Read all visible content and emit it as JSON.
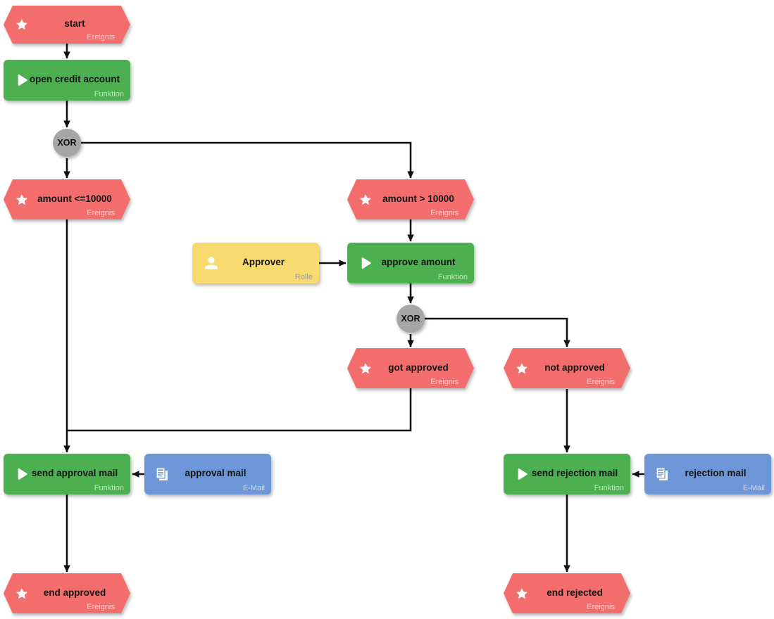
{
  "diagram_kind": "EPC process diagram (credit approval workflow)",
  "colors": {
    "event_fill": "#F46D6D",
    "function_fill": "#4CAF50",
    "role_fill": "#F8DB6E",
    "mail_fill": "#6C96D8",
    "xor_fill": "#A6A6A6",
    "edge_stroke": "#111111",
    "node_text": "#151515",
    "type_label_on_color": "rgba(255,255,255,0.66)",
    "type_label_on_role": "#9E9E9E",
    "background": "#FFFFFF"
  },
  "nodes": [
    {
      "id": "start",
      "type": "event",
      "label": "start",
      "type_label": "Ereignis",
      "icon": "star-icon"
    },
    {
      "id": "open-credit-account",
      "type": "function",
      "label": "open credit account",
      "type_label": "Funktion",
      "icon": "play-icon"
    },
    {
      "id": "xor-1",
      "type": "xor",
      "label": "XOR"
    },
    {
      "id": "amount-lte-10000",
      "type": "event",
      "label": "amount <=10000",
      "type_label": "Ereignis",
      "icon": "star-icon"
    },
    {
      "id": "amount-gt-10000",
      "type": "event",
      "label": "amount > 10000",
      "type_label": "Ereignis",
      "icon": "star-icon"
    },
    {
      "id": "approver",
      "type": "role",
      "label": "Approver",
      "type_label": "Rolle",
      "icon": "person-icon"
    },
    {
      "id": "approve-amount",
      "type": "function",
      "label": "approve amount",
      "type_label": "Funktion",
      "icon": "play-icon"
    },
    {
      "id": "xor-2",
      "type": "xor",
      "label": "XOR"
    },
    {
      "id": "got-approved",
      "type": "event",
      "label": "got approved",
      "type_label": "Ereignis",
      "icon": "star-icon"
    },
    {
      "id": "not-approved",
      "type": "event",
      "label": "not approved",
      "type_label": "Ereignis",
      "icon": "star-icon"
    },
    {
      "id": "send-approval-mail",
      "type": "function",
      "label": "send approval mail",
      "type_label": "Funktion",
      "icon": "play-icon"
    },
    {
      "id": "approval-mail",
      "type": "mail",
      "label": "approval mail",
      "type_label": "E-Mail",
      "icon": "documents-icon"
    },
    {
      "id": "send-rejection-mail",
      "type": "function",
      "label": "send rejection mail",
      "type_label": "Funktion",
      "icon": "play-icon"
    },
    {
      "id": "rejection-mail",
      "type": "mail",
      "label": "rejection mail",
      "type_label": "E-Mail",
      "icon": "documents-icon"
    },
    {
      "id": "end-approved",
      "type": "event",
      "label": "end approved",
      "type_label": "Ereignis",
      "icon": "star-icon"
    },
    {
      "id": "end-rejected",
      "type": "event",
      "label": "end rejected",
      "type_label": "Ereignis",
      "icon": "star-icon"
    }
  ],
  "edges": [
    {
      "from": "start",
      "to": "open-credit-account"
    },
    {
      "from": "open-credit-account",
      "to": "xor-1"
    },
    {
      "from": "xor-1",
      "to": "amount-lte-10000"
    },
    {
      "from": "xor-1",
      "to": "amount-gt-10000"
    },
    {
      "from": "amount-gt-10000",
      "to": "approve-amount"
    },
    {
      "from": "approver",
      "to": "approve-amount"
    },
    {
      "from": "approve-amount",
      "to": "xor-2"
    },
    {
      "from": "xor-2",
      "to": "got-approved"
    },
    {
      "from": "xor-2",
      "to": "not-approved"
    },
    {
      "from": "got-approved",
      "to": "send-approval-mail"
    },
    {
      "from": "amount-lte-10000",
      "to": "send-approval-mail"
    },
    {
      "from": "approval-mail",
      "to": "send-approval-mail"
    },
    {
      "from": "send-approval-mail",
      "to": "end-approved"
    },
    {
      "from": "not-approved",
      "to": "send-rejection-mail"
    },
    {
      "from": "rejection-mail",
      "to": "send-rejection-mail"
    },
    {
      "from": "send-rejection-mail",
      "to": "end-rejected"
    }
  ]
}
